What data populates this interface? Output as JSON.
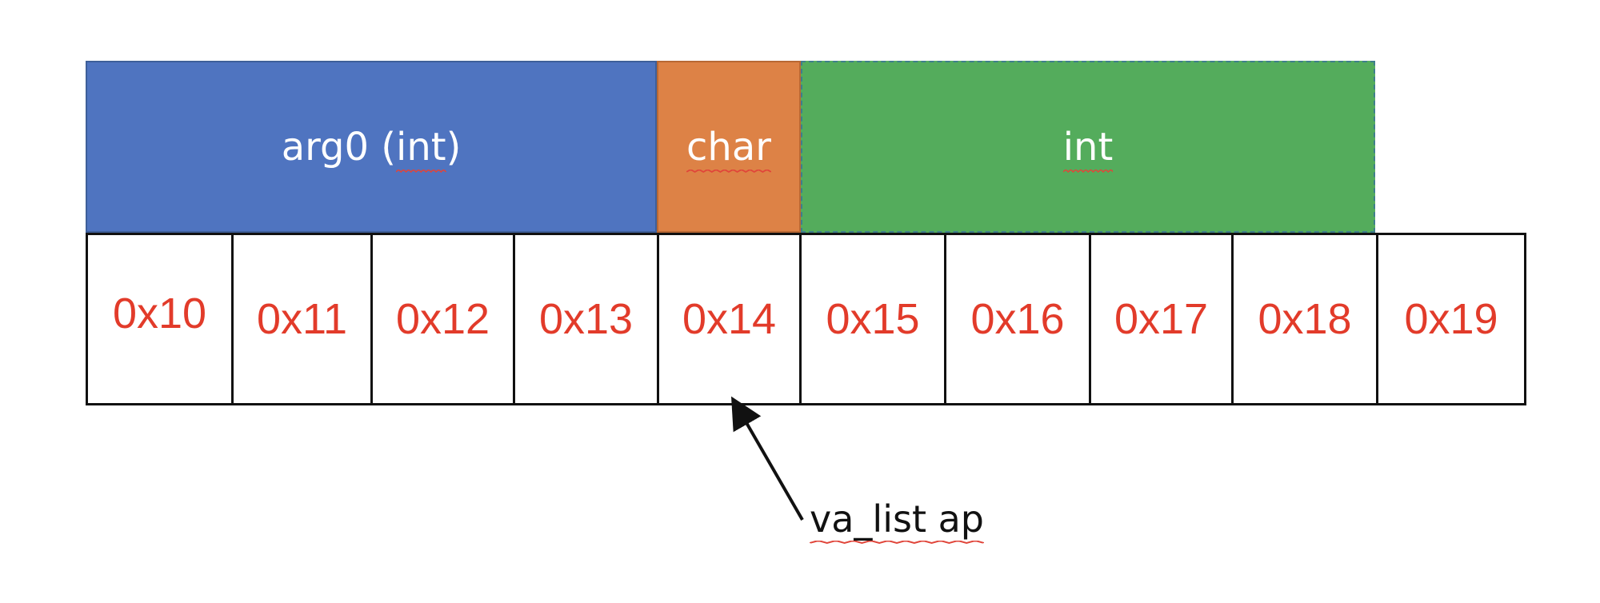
{
  "blocks": {
    "arg0": {
      "prefix": "arg0 (",
      "type": "int",
      "suffix": ")"
    },
    "char": {
      "label": "char"
    },
    "int": {
      "label": "int"
    }
  },
  "addresses": [
    "0x10",
    "0x11",
    "0x12",
    "0x13",
    "0x14",
    "0x15",
    "0x16",
    "0x17",
    "0x18",
    "0x19"
  ],
  "pointer": {
    "label": "va_list ap",
    "target_address": "0x14"
  },
  "colors": {
    "arg0_block": "#4f74c0",
    "char_block": "#dd8246",
    "int_block": "#54ac5c",
    "address_text": "#e23b2a",
    "squiggle": "#e0453a"
  }
}
